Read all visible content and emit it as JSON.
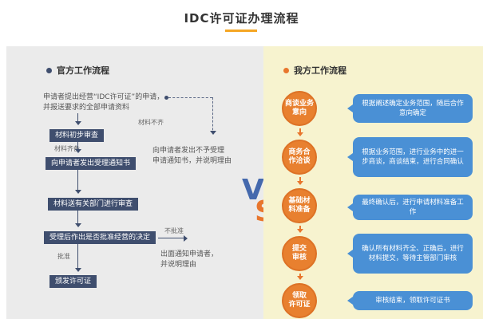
{
  "title": "IDC许可证办理流程",
  "left": {
    "header": "官方工作流程",
    "start": "申请者提出经营“IDC许可证”的申请，\n并报送要求的全部申请资料",
    "boxes": [
      "材料初步审查",
      "向申请者发出受理通知书",
      "材料送有关部门进行审查",
      "受理后作出是否批准经营的决定",
      "颁发许可证"
    ],
    "labels": {
      "incomplete": "材料不齐",
      "complete": "材料齐备",
      "rejected": "不批准",
      "approved": "批准"
    },
    "notes": {
      "not_accepted": "向申请者发出不予受理\n申请通知书，并说明理由",
      "rejected_notice": "出面通知申请者，\n并说明理由"
    }
  },
  "vs": {
    "v": "V",
    "s": "S"
  },
  "right": {
    "header": "我方工作流程",
    "steps": [
      {
        "circle": "商谈业务\n意向",
        "note": "根据阐述确定业务范围，随后合作意向确定"
      },
      {
        "circle": "商务合\n作洽谈",
        "note": "根据业务范围，进行业务中的进一步商谈，商谈结束，进行合同确认"
      },
      {
        "circle": "基础材\n料准备",
        "note": "最终确认后，进行申请材料准备工作"
      },
      {
        "circle": "提交\n审核",
        "note": "确认所有材料齐全、正确后，进行材料提交，等待主管部门审核"
      },
      {
        "circle": "领取\n许可证",
        "note": "审核结束，领取许可证书"
      }
    ]
  },
  "colors": {
    "accent_orange": "#e8762d",
    "navy": "#3f4e6e",
    "bubble_blue": "#4a90d5",
    "panel_left_bg": "#ebebeb",
    "panel_right_bg": "#f7f3cf",
    "title_underline": "#f5a623"
  }
}
